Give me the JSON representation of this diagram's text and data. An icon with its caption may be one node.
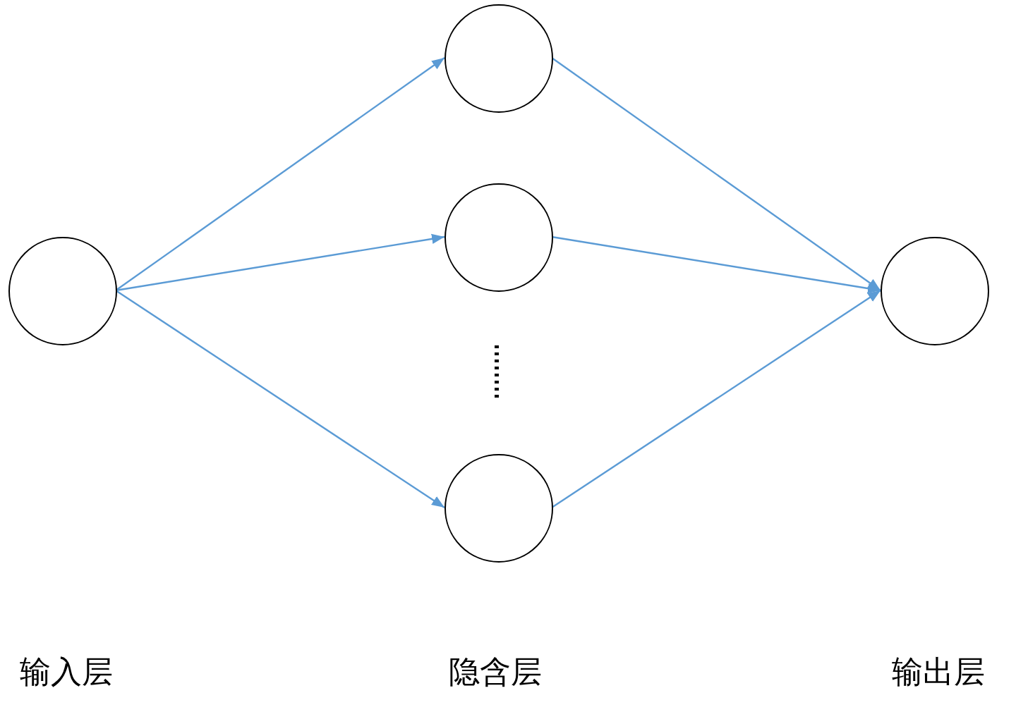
{
  "diagram": {
    "nodes": [
      {
        "text": [],
        "shape": "circle"
      },
      {
        "text": [],
        "shape": "circle"
      },
      {
        "text": [],
        "shape": "circle"
      },
      {
        "text": [],
        "shape": "circle"
      },
      {
        "text": [],
        "shape": "circle"
      }
    ],
    "edges": [
      {
        "from": 0,
        "to": 1,
        "arrow": "to"
      },
      {
        "from": 0,
        "to": 2,
        "arrow": "to"
      },
      {
        "from": 0,
        "to": 3,
        "arrow": "to"
      },
      {
        "from": 1,
        "to": 4,
        "arrow": "to"
      },
      {
        "from": 2,
        "to": 4,
        "arrow": "to"
      },
      {
        "from": 3,
        "to": 4,
        "arrow": "to"
      }
    ],
    "labels": [
      "输入层",
      "隐含层",
      "输出层"
    ]
  }
}
